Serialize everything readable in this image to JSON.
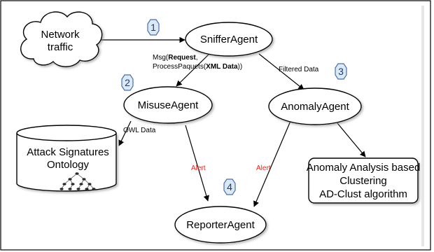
{
  "nodes": {
    "network_traffic": [
      "Network",
      "traffic"
    ],
    "sniffer": "SnifferAgent",
    "misuse": "MisuseAgent",
    "anomaly": "AnomalyAgent",
    "reporter": "ReporterAgent",
    "attack_db": [
      "Attack Signatures",
      "Ontology"
    ],
    "analysis_box": [
      "Anomaly Analysis based",
      "Clustering",
      "AD-Clust algorithm"
    ]
  },
  "edges": {
    "msg_line1_prefix": "Msg(",
    "msg_line1_bold": "Request",
    "msg_line1_suffix": ",",
    "msg_line2_prefix": "ProcessPaquets(",
    "msg_line2_bold": "XML Data",
    "msg_line2_suffix": "))",
    "filtered": "Filtered Data",
    "owl": "OWL Data",
    "alert_left": "Alert",
    "alert_right": "Alert"
  },
  "badges": [
    "1",
    "2",
    "3",
    "4"
  ],
  "colors": {
    "alert_text": "#e8201b",
    "badge_fill": "#dbe9f7",
    "badge_stroke": "#4a6fa5"
  }
}
